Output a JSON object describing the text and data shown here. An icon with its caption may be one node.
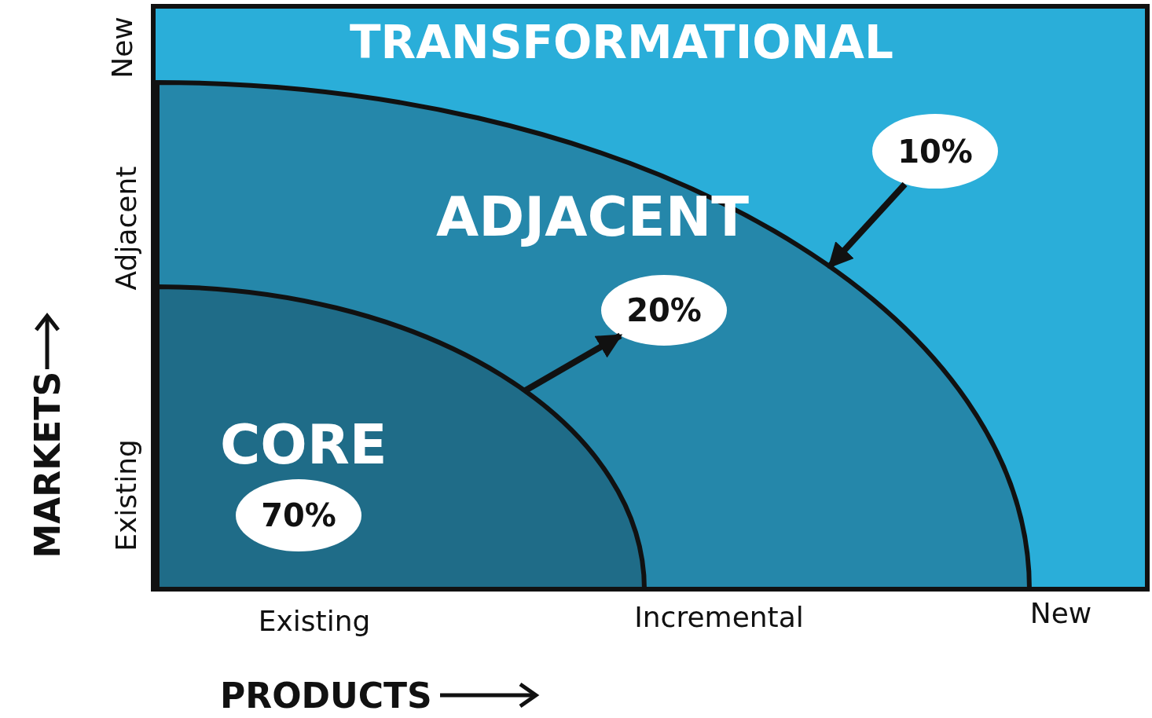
{
  "diagram": {
    "nodes": [
      {
        "text": [
          "TRANSFORMATIONAL"
        ]
      },
      {
        "text": [
          "10%"
        ],
        "in": 0
      },
      {
        "text": [
          "ADJACENT"
        ],
        "in": 0
      },
      {
        "text": [
          "20%"
        ],
        "in": 2
      },
      {
        "text": [
          "CORE"
        ],
        "in": 2
      },
      {
        "text": [
          "70%"
        ],
        "in": 4
      }
    ],
    "edges": [
      {
        "from": 1,
        "to": 2,
        "arrow": "to"
      },
      {
        "from": 4,
        "to": 3,
        "arrow": "to"
      }
    ],
    "labels": [
      "New",
      "Adjacent",
      "Existing",
      "MARKETS",
      "Existing",
      "Incremental",
      "New",
      "PRODUCTS"
    ]
  }
}
